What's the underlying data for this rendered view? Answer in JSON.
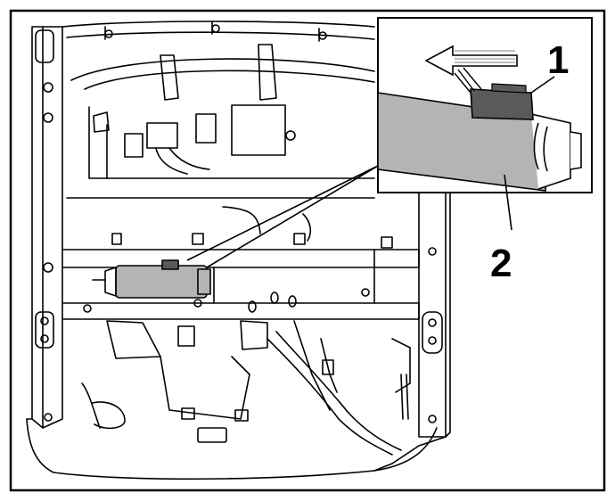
{
  "diagram": {
    "callouts": [
      {
        "id": "1",
        "label": "1"
      },
      {
        "id": "2",
        "label": "2"
      }
    ],
    "colors": {
      "line": "#000000",
      "background": "#ffffff",
      "component_fill": "#b4b4b4",
      "connector_fill": "#5a5a5a"
    }
  }
}
